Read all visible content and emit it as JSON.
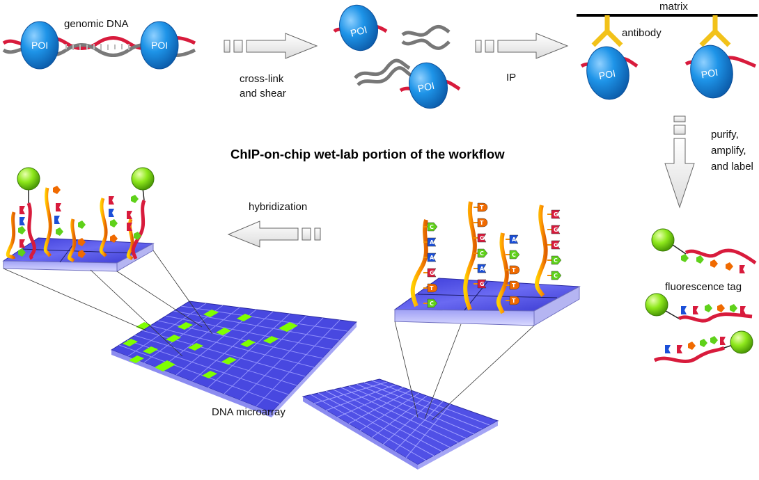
{
  "title": "ChIP-on-chip wet-lab portion of the workflow",
  "labels": {
    "genomic_dna": "genomic DNA",
    "crosslink_line1": "cross-link",
    "crosslink_line2": "and shear",
    "ip": "IP",
    "matrix": "matrix",
    "antibody": "antibody",
    "purify": "purify,",
    "amplify": "amplify,",
    "and_label": "and label",
    "fluorescence_tag": "fluorescence tag",
    "hybridization": "hybridization",
    "dna_microarray": "DNA microarray"
  },
  "poi_label": "POI",
  "probe_bases": {
    "probe1": [
      "C",
      "A",
      "A",
      "G",
      "T",
      "C"
    ],
    "probe2": [
      "T",
      "T",
      "G",
      "C",
      "A",
      "G"
    ],
    "probe3": [
      "A",
      "C",
      "T",
      "T",
      "T"
    ],
    "probe4": [
      "G",
      "G",
      "G",
      "C",
      "C"
    ]
  },
  "colors": {
    "poi": "#1a8fe0",
    "dna_red": "#d81b3c",
    "dna_gray": "#777777",
    "antibody": "#f2c21a",
    "bead": "#7fe01a",
    "chip_blue": "#4b4be6",
    "spot_green": "#7fff00",
    "probe_orange": "#f28c00",
    "base_A": "#1b4fd8",
    "base_C": "#5fd11a",
    "base_G": "#d81b3c",
    "base_T": "#f06a00"
  }
}
